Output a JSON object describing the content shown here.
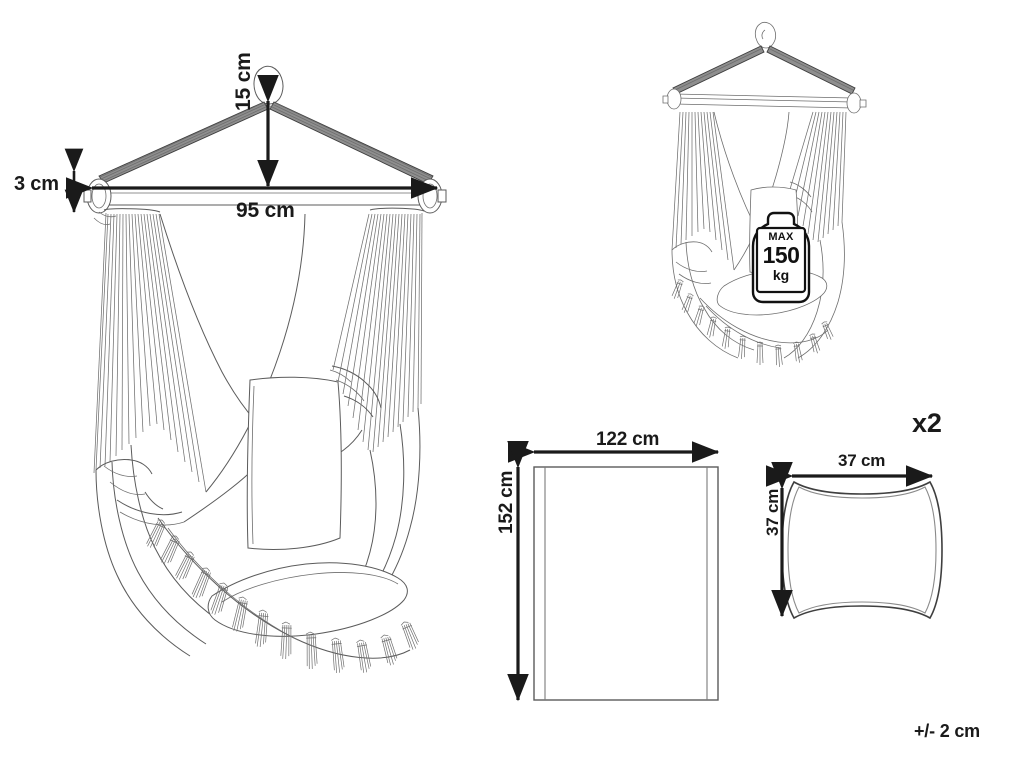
{
  "diagram": {
    "title": "Hammock Chair Dimension Diagram",
    "background_color": "#ffffff",
    "line_color": "#5b5b5b",
    "dimension_color": "#1a1a1a"
  },
  "main_chair": {
    "name": "hanging hammock chair front view",
    "dimensions": {
      "width_label": "95 cm",
      "height_label": "15 cm",
      "bar_thickness_label": "3 cm"
    }
  },
  "small_chair": {
    "name": "hanging hammock chair angled view",
    "weight_limit": {
      "max_label": "MAX",
      "value_label": "150",
      "unit_label": "kg"
    }
  },
  "fabric_panel": {
    "name": "seat fabric panel",
    "width_label": "122 cm",
    "height_label": "152 cm"
  },
  "cushion": {
    "name": "square cushion",
    "width_label": "37 cm",
    "height_label": "37 cm",
    "quantity_label": "x2"
  },
  "notes": {
    "tolerance_label": "+/- 2 cm"
  }
}
